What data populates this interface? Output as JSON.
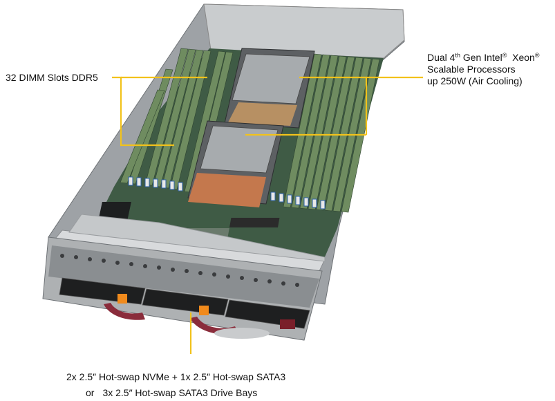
{
  "labels": {
    "dimm": "32 DIMM Slots DDR5",
    "cpu": {
      "line1_a": "Dual 4",
      "line1_sup1": "th",
      "line1_b": " Gen Intel",
      "line1_sup2": "®",
      "line1_c": "  Xeon",
      "line1_sup3": "®",
      "line2": "Scalable Processors",
      "line3": "up 250W (Air Cooling)"
    },
    "drives": {
      "line1": "2x 2.5″ Hot-swap NVMe + 1x 2.5″ Hot-swap SATA3",
      "line2_prefix": "or",
      "line2": "3x 2.5″ Hot-swap SATA3 Drive Bays"
    }
  },
  "colors": {
    "callout": "#f2c21b",
    "pcb": "#3f5b45",
    "chassis": "#b9bcbf",
    "dimm": "#6f8c60",
    "heatsink": "#c4784d",
    "latch": "#f08a1c",
    "pull_tab": "#8a2c3b"
  }
}
